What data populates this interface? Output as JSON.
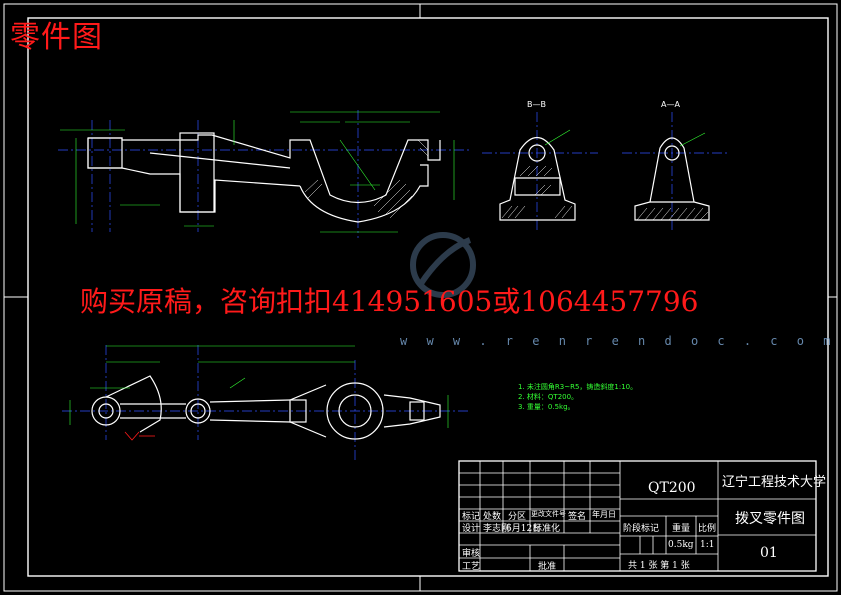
{
  "top_label": "零件图",
  "watermark_text": "购买原稿，咨询扣扣414951605或1064457796",
  "site_text": "w w w . r e n r e n d o c . c o m",
  "view_labels": {
    "section_b": "B—B",
    "section_a": "A—A"
  },
  "notes": {
    "lines": [
      "1. 未注圆角R3~R5，铸造斜度1:10。",
      "2. 材料：QT200。",
      "3. 重量：0.5kg。"
    ]
  },
  "title_block": {
    "material": "QT200",
    "school": "辽宁工程技术大学",
    "part_name": "拨叉零件图",
    "drawing_no": "01",
    "rev_headers": [
      "标记",
      "处数",
      "分区",
      "更改文件号",
      "签名",
      "年月日"
    ],
    "design_row": [
      "设计",
      "李志刚",
      "6月12日",
      "标准化"
    ],
    "stage_headers": [
      "阶段标记",
      "重量",
      "比例"
    ],
    "weight": "0.5kg",
    "scale": "1:1",
    "review_label": "审核",
    "process_label": "工艺",
    "approve_label": "批准",
    "sheet_info": "共 1 张  第 1 张"
  },
  "colors": {
    "outline": "#ffffff",
    "dimension": "#33ff33",
    "centerline": "#3050ff",
    "hatch": "#ffffff",
    "watermark": "#ff1a1a"
  }
}
